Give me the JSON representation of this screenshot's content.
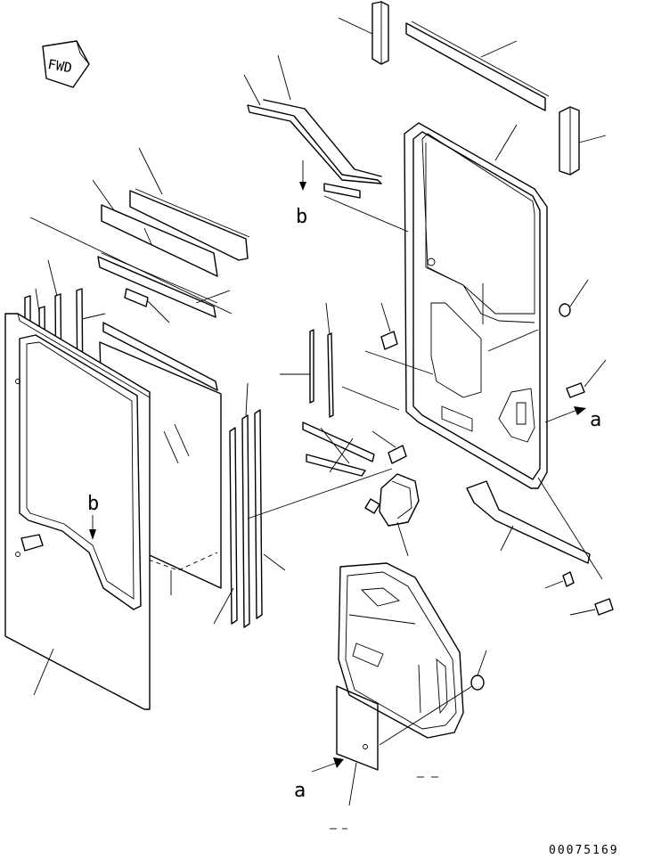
{
  "fwd_badge": "FWD",
  "view_labels": {
    "b_upper": "b",
    "b_lower": "b",
    "a_right": "a",
    "a_lower": "a"
  },
  "catalog_number": "00075169"
}
